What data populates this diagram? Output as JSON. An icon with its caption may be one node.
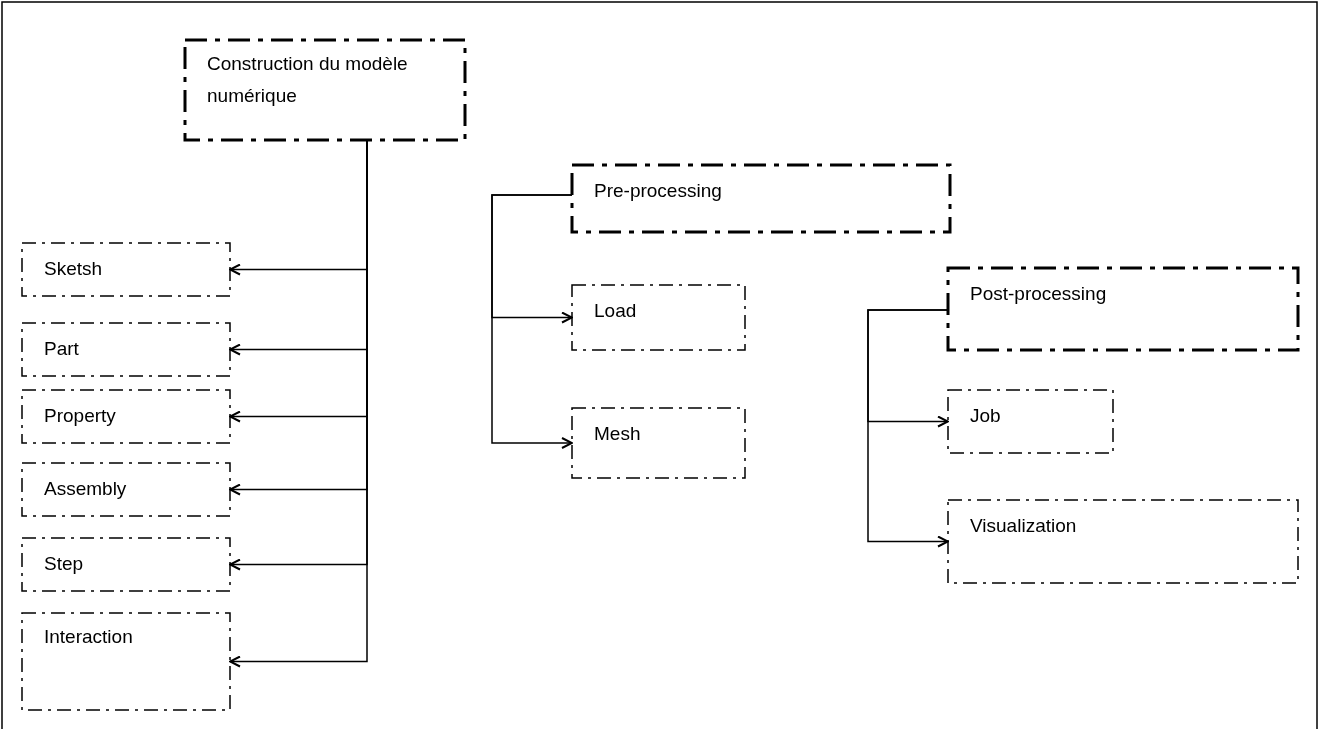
{
  "diagram": {
    "nodes": [
      {
        "text": [
          "Construction du modèle numérique"
        ]
      },
      {
        "text": [
          "Sketsh"
        ]
      },
      {
        "text": [
          "Part"
        ]
      },
      {
        "text": [
          "Property"
        ]
      },
      {
        "text": [
          "Assembly"
        ]
      },
      {
        "text": [
          "Step"
        ]
      },
      {
        "text": [
          "Interaction"
        ]
      },
      {
        "text": [
          "Pre-processing"
        ]
      },
      {
        "text": [
          "Load"
        ]
      },
      {
        "text": [
          "Mesh"
        ]
      },
      {
        "text": [
          "Post-processing"
        ]
      },
      {
        "text": [
          "Job"
        ]
      },
      {
        "text": [
          "Visualization"
        ]
      }
    ],
    "edges": [
      {
        "from": 0,
        "to": 1,
        "arrow": "to"
      },
      {
        "from": 0,
        "to": 2,
        "arrow": "to"
      },
      {
        "from": 0,
        "to": 3,
        "arrow": "to"
      },
      {
        "from": 0,
        "to": 4,
        "arrow": "to"
      },
      {
        "from": 0,
        "to": 5,
        "arrow": "to"
      },
      {
        "from": 0,
        "to": 6,
        "arrow": "to"
      },
      {
        "from": 7,
        "to": 8,
        "arrow": "to"
      },
      {
        "from": 7,
        "to": 9,
        "arrow": "to"
      },
      {
        "from": 10,
        "to": 11,
        "arrow": "to"
      },
      {
        "from": 10,
        "to": 12,
        "arrow": "to"
      }
    ]
  }
}
